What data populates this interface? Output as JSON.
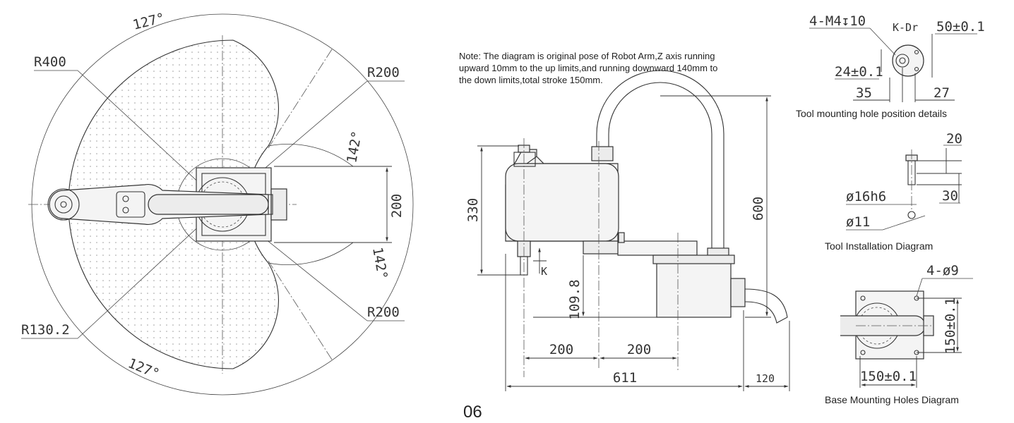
{
  "note": {
    "line1": "Note: The diagram is original pose of Robot Arm,Z axis running",
    "line2": "upward 10mm to the up limits,and running downward 140mm to",
    "line3": "the down limits,total stroke 150mm."
  },
  "top_view": {
    "r400": "R400",
    "r200_top": "R200",
    "r200_bottom": "R200",
    "r130": "R130.2",
    "angle_127_top": "127°",
    "angle_127_bottom": "127°",
    "angle_142_top": "142°",
    "angle_142_bottom": "142°",
    "dim_200": "200"
  },
  "side_view": {
    "dim_330": "330",
    "dim_600": "600",
    "dim_109_8": "109.8",
    "dim_200_left": "200",
    "dim_200_right": "200",
    "dim_611": "611",
    "dim_120": "120",
    "section_mark": "K"
  },
  "tool_mount": {
    "thread": "4-M4↧10",
    "view": "K-Dr",
    "dim_50": "50±0.1",
    "dim_24": "24±0.1",
    "dim_35": "35",
    "dim_27": "27",
    "caption": "Tool mounting hole position details"
  },
  "tool_install": {
    "dim_20": "20",
    "dim_16h6": "ø16h6",
    "dim_11": "ø11",
    "dim_30": "30",
    "caption": "Tool Installation Diagram"
  },
  "base_mount": {
    "holes": "4-ø9",
    "dim_150_v": "150±0.1",
    "dim_150_h": "150±0.1",
    "caption": "Base Mounting Holes Diagram"
  },
  "page_number": "06"
}
